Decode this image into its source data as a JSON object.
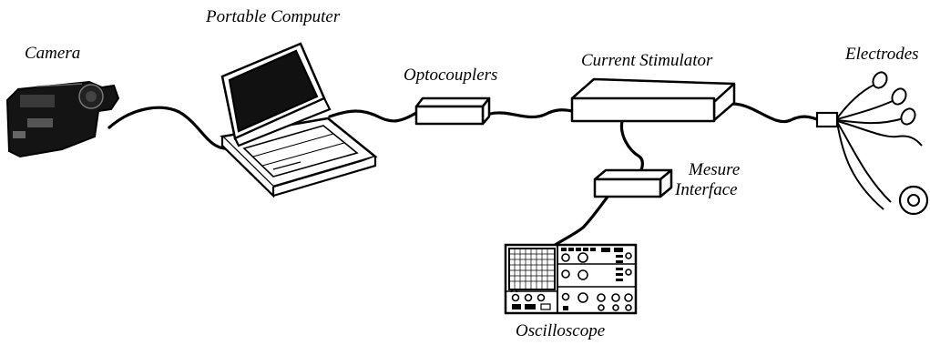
{
  "labels": {
    "camera": "Camera",
    "portable_computer": "Portable Computer",
    "optocouplers": "Optocouplers",
    "current_stimulator": "Current Stimulator",
    "electrodes": "Electrodes",
    "mesure_interface": [
      "Mesure",
      "Interface"
    ],
    "oscilloscope": "Oscilloscope"
  },
  "colors": {
    "ink": "#000000",
    "paper": "#ffffff",
    "screen": "#111111"
  },
  "icons": [
    "camera-icon",
    "laptop-icon",
    "optocoupler-box",
    "stimulator-box",
    "interface-box",
    "oscilloscope-icon",
    "electrode-connector",
    "electrode-icon"
  ]
}
